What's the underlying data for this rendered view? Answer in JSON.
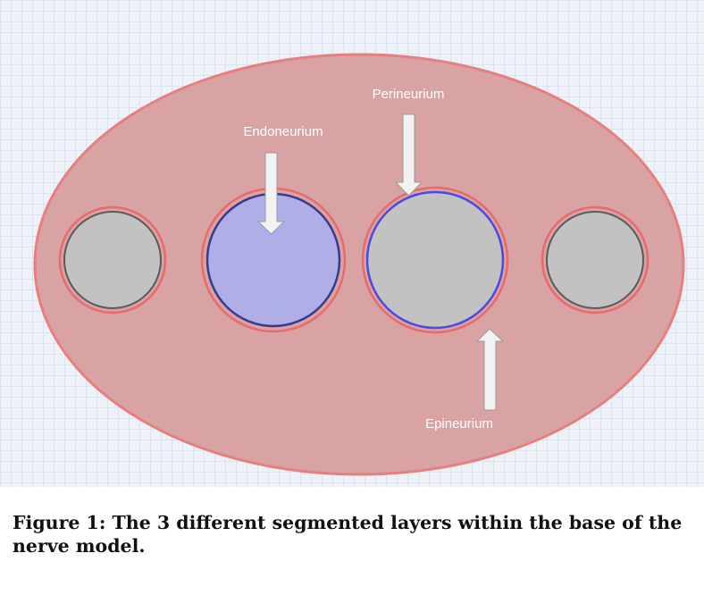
{
  "diagram": {
    "labels": {
      "perineurium": "Perineurium",
      "endoneurium": "Endoneurium",
      "epineurium": "Epineurium"
    },
    "colors": {
      "background": "#eef2f7",
      "grid": "#c9d6ea",
      "outer_fill": "#d9a3a3",
      "outer_stroke": "#e77f80",
      "fascicle_fill": "#c2c2c2",
      "fascicle_stroke": "#5a5a5a",
      "endoneurium_fill": "#afaee6",
      "endoneurium_stroke": "#3a3a8c",
      "perineurium_stroke": "#4a4ae0",
      "ring_stroke": "#e86a6c",
      "arrow_fill": "#f2f2f2",
      "arrow_stroke": "#9a9a9a"
    }
  },
  "caption": {
    "text": "Figure 1: The 3 different segmented layers within the base of the nerve model."
  }
}
